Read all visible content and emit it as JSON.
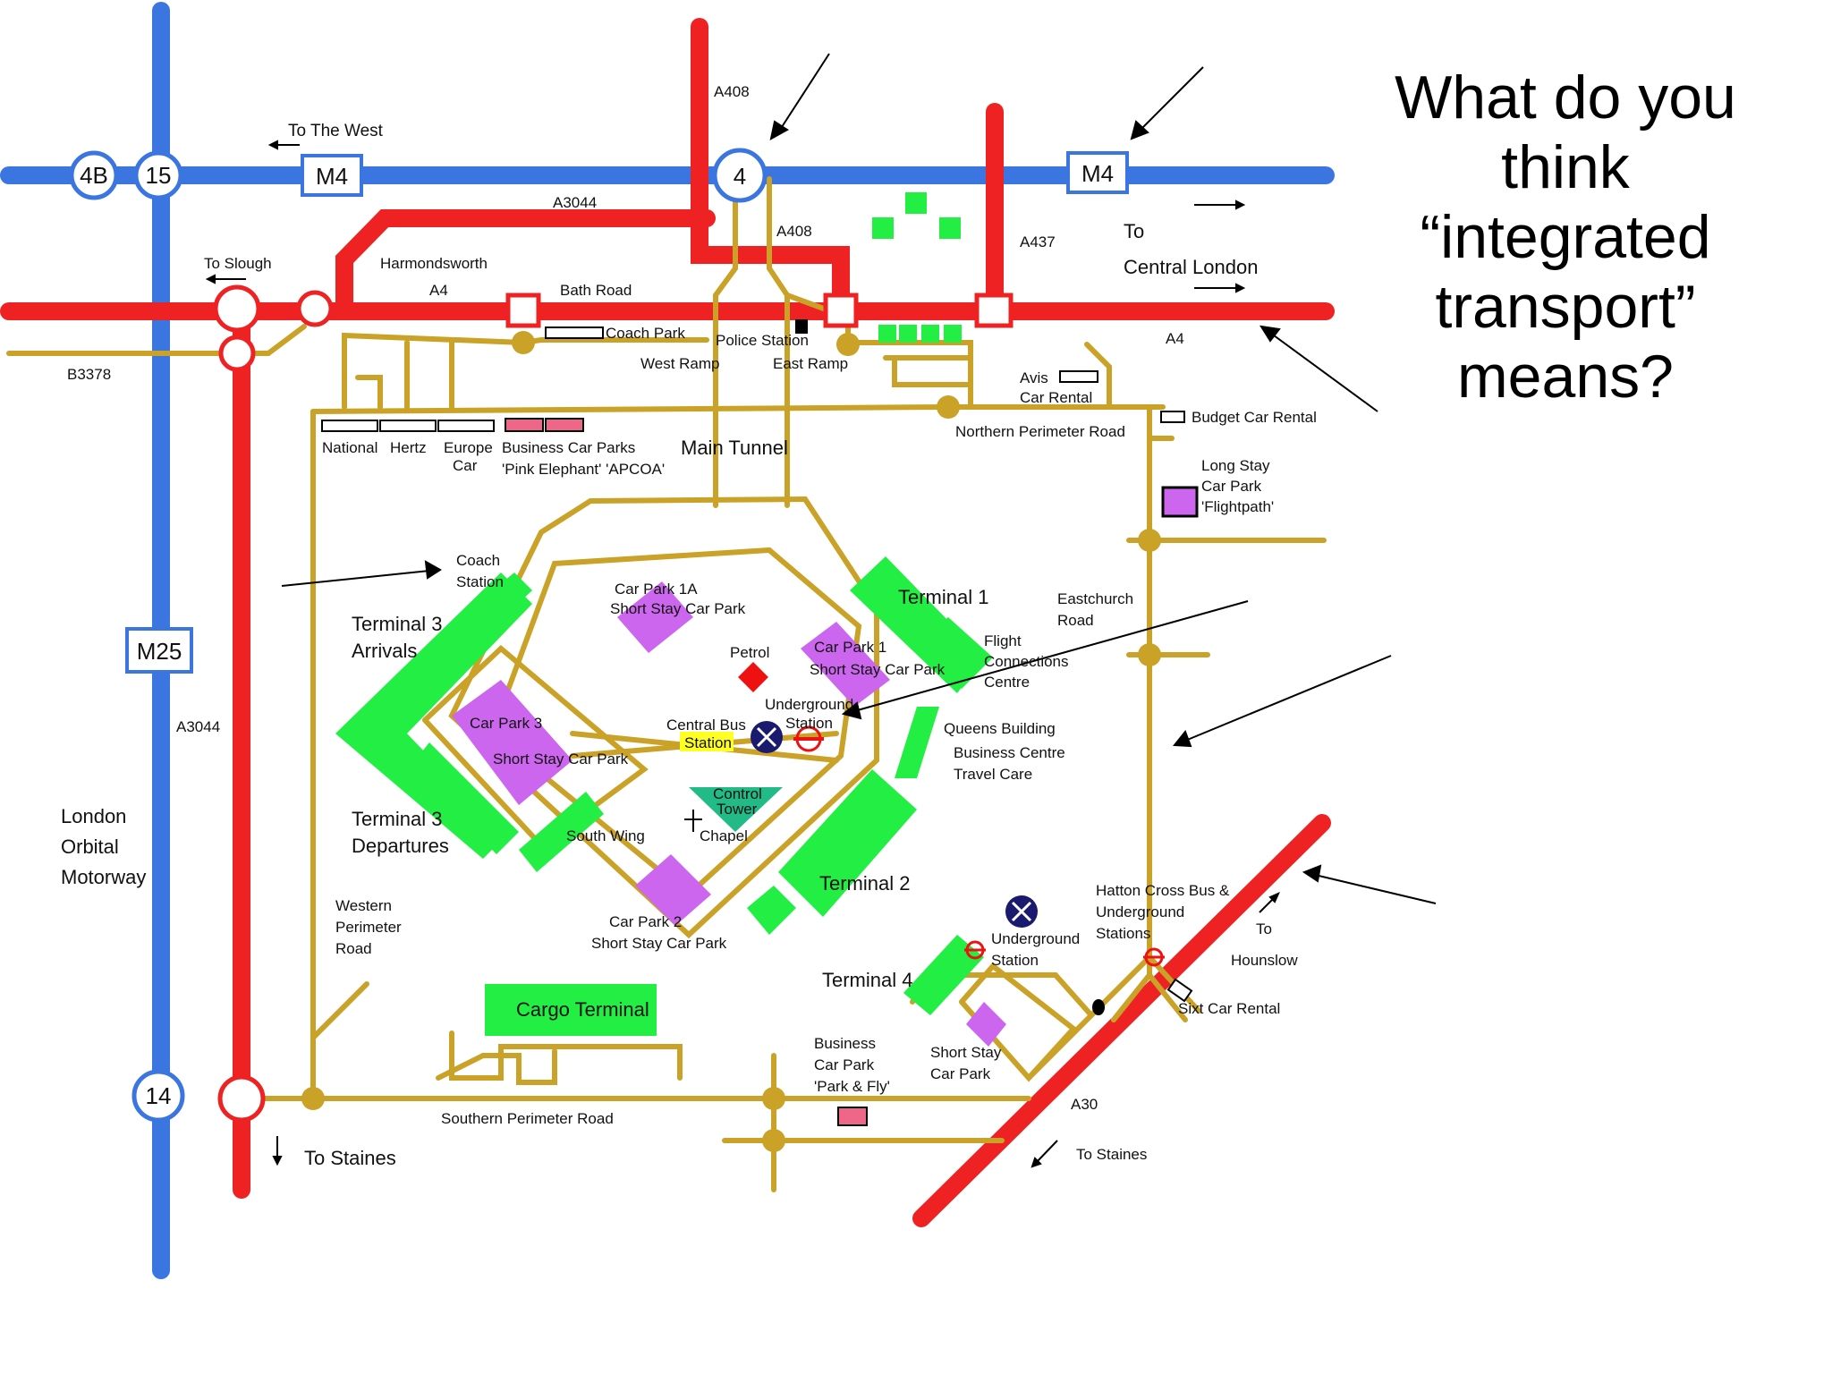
{
  "colors": {
    "motorway": "#3a75e0",
    "a_road": "#ee2222",
    "airport_road": "#c9a227",
    "terminal": "#22ee44",
    "short_stay": "#cc66ee",
    "business_parking": "#ee6688",
    "underground": "#1a1a6e",
    "arrow": "#000000"
  },
  "question": {
    "line1": "What do you",
    "line2": "think",
    "line3": "“integrated",
    "line4": "transport”",
    "line5": "means?"
  },
  "junctions": {
    "j4b": "4B",
    "j15": "15",
    "j4": "4",
    "j14": "14",
    "m4_left": "M4",
    "m4_right": "M4",
    "m25": "M25"
  },
  "roads": {
    "to_the_west": "To The West",
    "a408_top": "A408",
    "a3044_top": "A3044",
    "a408_mid": "A408",
    "a437": "A437",
    "to": "To",
    "central_london": "Central London",
    "to_slough": "To Slough",
    "harmondsworth": "Harmondsworth",
    "a4_left": "A4",
    "bath_road": "Bath Road",
    "a4_right": "A4",
    "b3378": "B3378",
    "a3044_left": "A3044",
    "london": "London",
    "orbital": "Orbital",
    "motorway": "Motorway",
    "northern_perimeter_road": "Northern Perimeter Road",
    "eastchurch": "Eastchurch",
    "eastchurch_road": "Road",
    "western": "Western",
    "perimeter": "Perimeter",
    "western_road": "Road",
    "southern_perimeter_road": "Southern Perimeter Road",
    "to_staines_left": "To Staines",
    "a30": "A30",
    "to_staines_right": "To Staines",
    "to_hounslow_to": "To",
    "hounslow": "Hounslow"
  },
  "places": {
    "coach_park": "Coach Park",
    "police_station": "Police Station",
    "west_ramp": "West Ramp",
    "east_ramp": "East Ramp",
    "avis": "Avis",
    "car_rental": "Car Rental",
    "budget_car_rental": "Budget Car Rental",
    "national": "National",
    "hertz": "Hertz",
    "europe": "Europe",
    "europe_car": "Car",
    "business_car_parks": "Business Car Parks",
    "pink_elephant": "'Pink Elephant' 'APCOA'",
    "main_tunnel": "Main Tunnel",
    "long_stay": "Long Stay",
    "long_stay_car_park": "Car Park",
    "flightpath": "'Flightpath'",
    "coach": "Coach",
    "station": "Station",
    "terminal3": "Terminal 3",
    "arrivals": "Arrivals",
    "car_park_1a": "Car Park 1A",
    "short_stay_car_park_1a": "Short Stay Car Park",
    "terminal1": "Terminal 1",
    "petrol": "Petrol",
    "car_park_1": "Car Park 1",
    "short_stay_car_park_1": "Short Stay Car Park",
    "flight": "Flight",
    "connections": "Connections",
    "centre": "Centre",
    "underground": "Underground",
    "underground_station": "Station",
    "car_park_3": "Car Park 3",
    "short_stay_car_park_3": "Short Stay Car Park",
    "central_bus": "Central Bus",
    "central_bus_station": "Station",
    "queens_building": "Queens Building",
    "business_centre": "Business Centre",
    "travel_care": "Travel Care",
    "control": "Control",
    "tower": "Tower",
    "chapel": "Chapel",
    "south_wing": "South Wing",
    "terminal3_dep": "Terminal 3",
    "departures": "Departures",
    "terminal2": "Terminal 2",
    "car_park_2": "Car Park 2",
    "short_stay_car_park_2": "Short Stay Car Park",
    "hatton_cross": "Hatton Cross Bus &",
    "hatton_underground": "Underground",
    "stations": "Stations",
    "t4_underground": "Underground",
    "t4_station": "Station",
    "terminal4": "Terminal 4",
    "cargo_terminal": "Cargo Terminal",
    "business": "Business",
    "business_car_park": "Car Park",
    "park_fly": "'Park & Fly'",
    "short_stay_t4": "Short Stay",
    "short_stay_t4_car_park": "Car Park",
    "sixt_car_rental": "Sixt Car Rental"
  }
}
